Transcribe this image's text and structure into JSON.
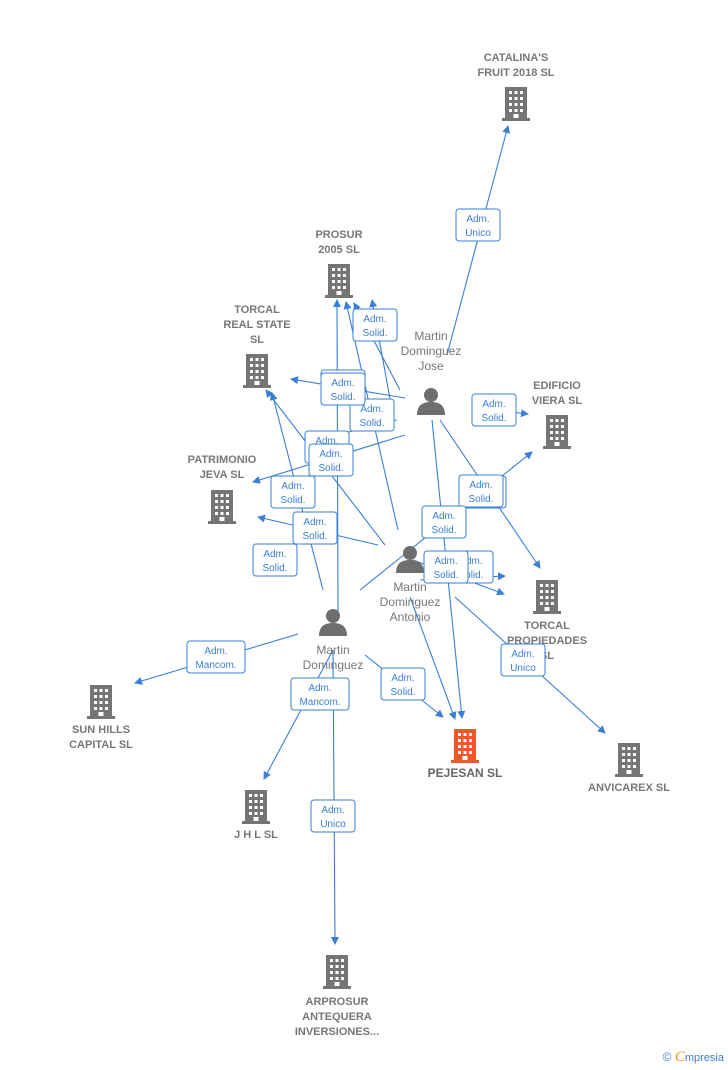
{
  "colors": {
    "edge": "#3a7fd5",
    "company": "#757575",
    "focus": "#f0582a",
    "person": "#6e6e6e"
  },
  "companies": [
    {
      "id": "catalina",
      "lines": [
        "CATALINA'S",
        "FRUIT 2018  SL"
      ],
      "icon": "building-icon"
    },
    {
      "id": "prosur",
      "lines": [
        "PROSUR",
        "2005  SL"
      ],
      "icon": "building-icon"
    },
    {
      "id": "torcal_rs",
      "lines": [
        "TORCAL",
        "REAL STATE",
        "SL"
      ],
      "icon": "building-icon"
    },
    {
      "id": "edificio",
      "lines": [
        "EDIFICIO",
        "VIERA  SL"
      ],
      "icon": "building-icon"
    },
    {
      "id": "patrimonio",
      "lines": [
        "PATRIMONIO",
        "JEVA SL"
      ],
      "icon": "building-icon"
    },
    {
      "id": "torcal_prop",
      "lines": [
        "TORCAL",
        "PROPIEDADES",
        "SL"
      ],
      "icon": "building-icon"
    },
    {
      "id": "sunhills",
      "lines": [
        "SUN HILLS",
        "CAPITAL  SL"
      ],
      "icon": "building-icon"
    },
    {
      "id": "pejesan",
      "lines": [
        "PEJESAN  SL"
      ],
      "icon": "building-icon",
      "focus": true
    },
    {
      "id": "anvicarex",
      "lines": [
        "ANVICAREX SL"
      ],
      "icon": "building-icon"
    },
    {
      "id": "jhl",
      "lines": [
        "J H L SL"
      ],
      "icon": "building-icon"
    },
    {
      "id": "arprosur",
      "lines": [
        "ARPROSUR",
        "ANTEQUERA",
        "INVERSIONES..."
      ],
      "icon": "building-icon"
    }
  ],
  "persons": [
    {
      "id": "jose",
      "lines": [
        "Martin",
        "Dominguez",
        "Jose"
      ],
      "icon": "person-icon"
    },
    {
      "id": "antonio",
      "lines": [
        "Martin",
        "Dominguez",
        "Antonio"
      ],
      "icon": "person-icon"
    },
    {
      "id": "martin3",
      "lines": [
        "Martin",
        "Dominguez",
        "..."
      ],
      "icon": "person-icon"
    }
  ],
  "edges": [
    {
      "lines": [
        "Adm.",
        "Unico"
      ]
    },
    {
      "lines": [
        "Adm.",
        "Solid."
      ]
    },
    {
      "lines": [
        "Adm.",
        "Solid."
      ]
    },
    {
      "lines": [
        "Adm.",
        "Solid."
      ]
    },
    {
      "lines": [
        "Adm.",
        "Solid."
      ]
    },
    {
      "lines": [
        "Adm.",
        "Solid."
      ]
    },
    {
      "lines": [
        "Adm.",
        "Solid."
      ]
    },
    {
      "lines": [
        "Adm.",
        "Solid."
      ]
    },
    {
      "lines": [
        "Adm.",
        "Solid."
      ]
    },
    {
      "lines": [
        "Adm.",
        "Solid."
      ]
    },
    {
      "lines": [
        "Adm.",
        "Solid."
      ]
    },
    {
      "lines": [
        "Adm.",
        "Solid."
      ]
    },
    {
      "lines": [
        "Adm.",
        "Solid."
      ]
    },
    {
      "lines": [
        "Adm.",
        "Solid."
      ]
    },
    {
      "lines": [
        "Adm.",
        "Solid."
      ]
    },
    {
      "lines": [
        "Adm.",
        "Solid."
      ]
    },
    {
      "lines": [
        "Adm.",
        "Solid."
      ]
    },
    {
      "lines": [
        "Adm.",
        "Unico"
      ]
    },
    {
      "lines": [
        "Adm.",
        "Mancom."
      ]
    },
    {
      "lines": [
        "Adm.",
        "Mancom."
      ]
    },
    {
      "lines": [
        "Adm.",
        "Unico"
      ]
    }
  ],
  "footer": {
    "copyright": "©",
    "brand_initial": "C",
    "brand_rest": "mpresia"
  }
}
